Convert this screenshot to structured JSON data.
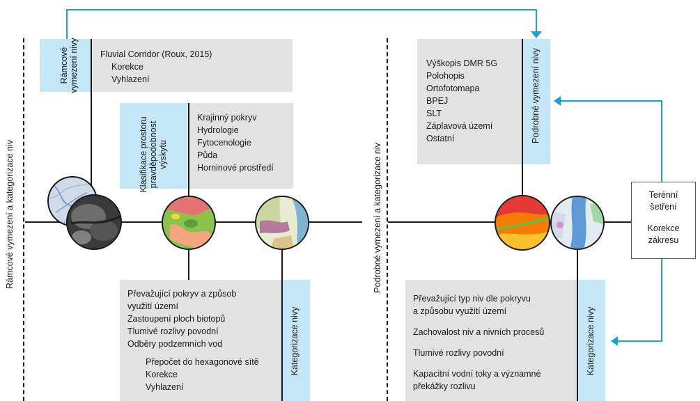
{
  "left": {
    "side_label": "Rámcové vymezení a kategorizace niv",
    "frame": {
      "title": "Rámcové vymezení nivy",
      "items": [
        "Fluvial Corridor (Roux, 2015)",
        "Korekce",
        "Vyhlazení"
      ]
    },
    "classification": {
      "title": "Klasifikace prostoru pravděpodobnost výskytu",
      "items": [
        "Krajinný pokryv",
        "Hydrologie",
        "Fytocenologie",
        "Půda",
        "Horninové prostředí"
      ]
    },
    "categorization": {
      "title": "Kategorizace nivy",
      "items": [
        "Převažující pokryv a způsob",
        "využití území",
        "Zastoupení ploch biotopů",
        "Tlumivé rozlivy povodní",
        "Odběry podzemních vod"
      ],
      "subitems": [
        "Přepočet do hexagonové sítě",
        "Korekce",
        "Vyhlazení"
      ]
    }
  },
  "right": {
    "side_label": "Podrobné vymezení a kategorizace niv",
    "detail": {
      "title": "Podrobné vymezení nivy",
      "items": [
        "Výškopis DMR 5G",
        "Polohopis",
        "Ortofotomapa",
        "BPEJ",
        "SLT",
        "Záplavová území",
        "Ostatní"
      ]
    },
    "categorization": {
      "title": "Kategorizace nivy",
      "items": [
        "Převažující typ niv dle pokryvu",
        "a způsobu využití území",
        "Zachovalost niv a nivních procesů",
        "Tlumivé rozlivy povodní",
        "Kapacitní vodní toky a významné",
        "překážky rozlivu"
      ]
    }
  },
  "field": {
    "label1": "Terénní",
    "label2": "šetření",
    "label3": "Korekce",
    "label4": "zákresu"
  },
  "colors": {
    "arrow": "#1ba1d6",
    "box_blue": "#c5e6f6",
    "box_gray": "#e2e2e2"
  }
}
